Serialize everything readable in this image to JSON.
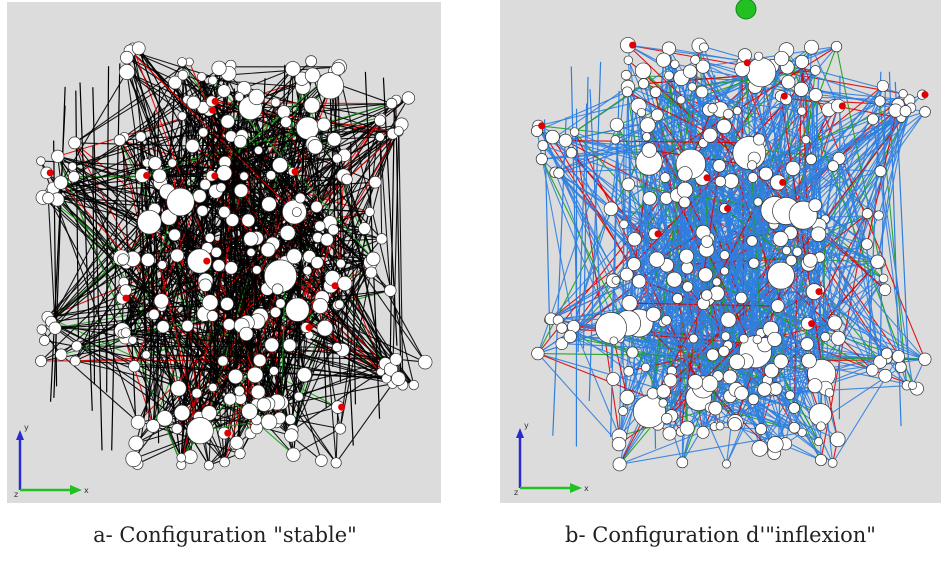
{
  "captions": {
    "a": "a- Configuration \"stable\"",
    "b": "b- Configuration d'\"inflexion\""
  },
  "axes": {
    "x": "x",
    "y": "y",
    "z": "z"
  },
  "colors": {
    "background": "#dcdcdc",
    "node_fill": "#ffffff",
    "node_stroke": "#333333",
    "edge_black": "#000000",
    "edge_red": "#e00000",
    "edge_green": "#1aa01a",
    "edge_blue": "#2f7fe0",
    "marker_red": "#e00000",
    "marker_green": "#22c022",
    "axis_y": "#2a2ad0",
    "axis_x": "#22c022"
  }
}
